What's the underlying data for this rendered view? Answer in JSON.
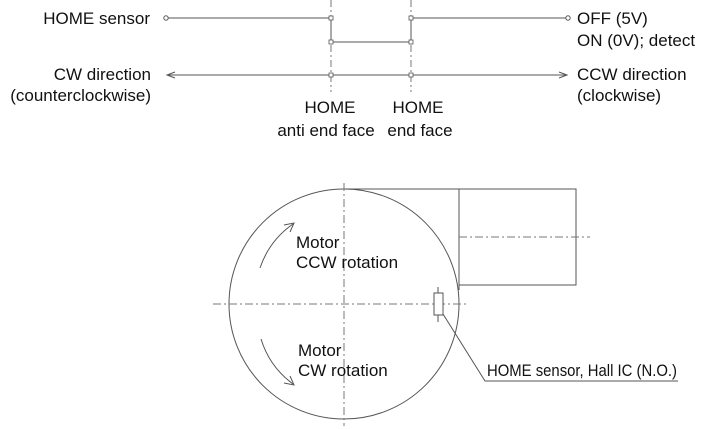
{
  "timing": {
    "home_sensor_label": "HOME sensor",
    "off_label": "OFF (5V)",
    "on_label": "ON (0V); detect",
    "cw_line1": "CW direction",
    "cw_line2": "(counterclockwise)",
    "ccw_line1": "CCW direction",
    "ccw_line2": "(clockwise)",
    "home_left_line1": "HOME",
    "home_left_line2": "anti end face",
    "home_right_line1": "HOME",
    "home_right_line2": "end face"
  },
  "motor": {
    "ccw_line1": "Motor",
    "ccw_line2": "CCW rotation",
    "cw_line1": "Motor",
    "cw_line2": "CW rotation",
    "sensor_callout": "HOME sensor, Hall IC (N.O.)"
  },
  "colors": {
    "line": "#555555",
    "dash": "#777777",
    "text": "#111111"
  }
}
